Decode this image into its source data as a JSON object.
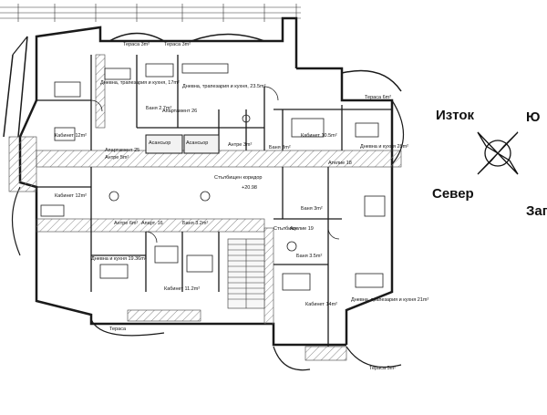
{
  "colors": {
    "line": "#1a1a1a",
    "hatch": "#7a7a7a",
    "fill_light": "#e6e6e6",
    "background": "#ffffff"
  },
  "rooms": {
    "terrace_top_left": "Тераса 3m²",
    "terrace_top_right": "Тераса 3m²",
    "living_a": "Дневна, трапезария и кухня, 17m²",
    "living_b": "Дневна, трапезария и кухня, 23.5m²",
    "bath_27": "Баня 2.7m²",
    "apartment_26": "Апартамент 26",
    "apartment_25": "Апартамент 25",
    "elevator_1": "Асансьор",
    "elevator_2": "Асансьор",
    "antre_3": "Антре 3m²",
    "antre_5": "Антре 5m²",
    "bath_3": "Баня 3m²",
    "office_12_top": "Кабинет 12m²",
    "office_105": "Кабинет 10.5m²",
    "living_c": "Дневна и кухня 28m²",
    "terrace_6_top": "Тераса 6m²",
    "atelier_18": "Ателие 18",
    "corridor": "Стълбищен коридор",
    "level": "+20.98",
    "office_12_left": "Кабинет 12m²",
    "antre_6": "Антре 6m²",
    "apartment_16": "Апарт. 16",
    "bath_32": "Баня 3.2m²",
    "bath_3b": "Баня 3m²",
    "staircase": "Стълбище",
    "atelier_19": "Ателие 19",
    "living_d": "Дневна и кухня 19.36m²",
    "office_112": "Кабинет 11.2m²",
    "bath_35": "Баня 3.5m²",
    "office_14": "Кабинет 14m²",
    "living_e": "Дневна, трапезария и кухня 21m²",
    "terrace_bottom_left": "Тераса",
    "terrace_5": "Тераса 5m²"
  },
  "compass": {
    "east": "Изток",
    "south": "Ю",
    "north": "Север",
    "west": "Зап"
  }
}
